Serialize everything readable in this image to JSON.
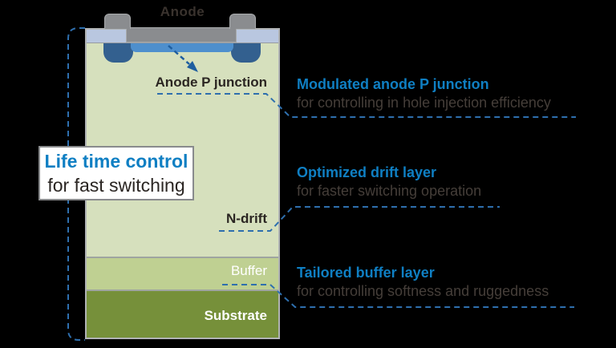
{
  "scene": {
    "background": "#000000",
    "anode_label": "Anode"
  },
  "device": {
    "labels": {
      "anode_p_junction": "Anode P junction",
      "n_drift": "N-drift",
      "buffer": "Buffer",
      "substrate": "Substrate"
    },
    "colors": {
      "n_drift_body": "#d6e0bd",
      "buffer_layer": "#bfd092",
      "substrate_layer": "#76903a",
      "passivation": "#b9c7e0",
      "electrode_gray": "#8a8c8f",
      "p_well_dark_blue": "#33608f",
      "p_junction_blue": "#4e8fcd"
    }
  },
  "callout": {
    "title": "Life time control",
    "subtitle": "for fast switching"
  },
  "annotations": [
    {
      "title": "Modulated anode P junction",
      "subtitle": "for controlling in hole injection efficiency"
    },
    {
      "title": "Optimized drift layer",
      "subtitle": "for faster switching operation"
    },
    {
      "title": "Tailored buffer layer",
      "subtitle": "for controlling softness and ruggedness"
    }
  ],
  "accent_colors": {
    "heading_blue": "#0f7fc3",
    "dashed_line_blue": "#2e6fae",
    "subtitle_gray": "#453e39"
  }
}
